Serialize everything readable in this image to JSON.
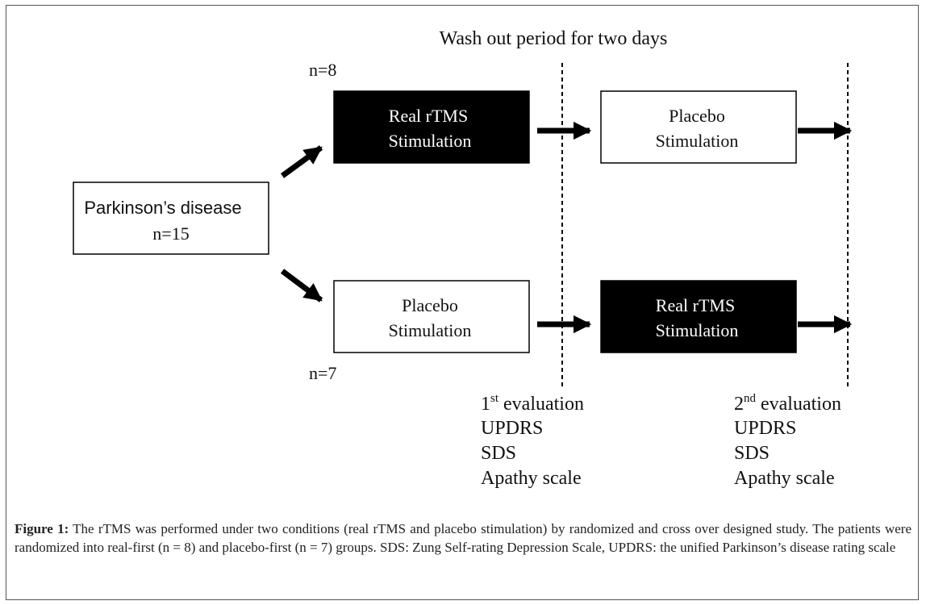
{
  "figure": {
    "top_label": "Wash out period for two days",
    "group_real_first": "n=8",
    "group_placebo_first": "n=7",
    "source_box": {
      "line1": "Parkinson’s disease",
      "line2": "n=15"
    },
    "boxes": {
      "real_rtms_top": {
        "line1": "Real rTMS",
        "line2": "Stimulation",
        "fill": "#000000"
      },
      "placebo_top": {
        "line1": "Placebo",
        "line2": "Stimulation",
        "fill": "#ffffff"
      },
      "placebo_bottom": {
        "line1": "Placebo",
        "line2": "Stimulation",
        "fill": "#ffffff"
      },
      "real_rtms_bottom": {
        "line1": "Real rTMS",
        "line2": "Stimulation",
        "fill": "#000000"
      }
    },
    "evaluation_1": {
      "ordinal": "1",
      "suffix": "st",
      "label": " evaluation",
      "measures": [
        "UPDRS",
        "SDS",
        "Apathy scale"
      ]
    },
    "evaluation_2": {
      "ordinal": "2",
      "suffix": "nd",
      "label": " evaluation",
      "measures": [
        "UPDRS",
        "SDS",
        "Apathy scale"
      ]
    }
  },
  "caption": {
    "label": "Figure 1:",
    "text": " The rTMS was performed under two conditions (real rTMS and placebo stimulation) by randomized and cross over designed study. The patients were randomized into real-first (n = 8) and placebo-first (n = 7) groups. SDS: Zung Self-rating Depression Scale, UPDRS: the unified Parkinson’s disease rating scale"
  }
}
